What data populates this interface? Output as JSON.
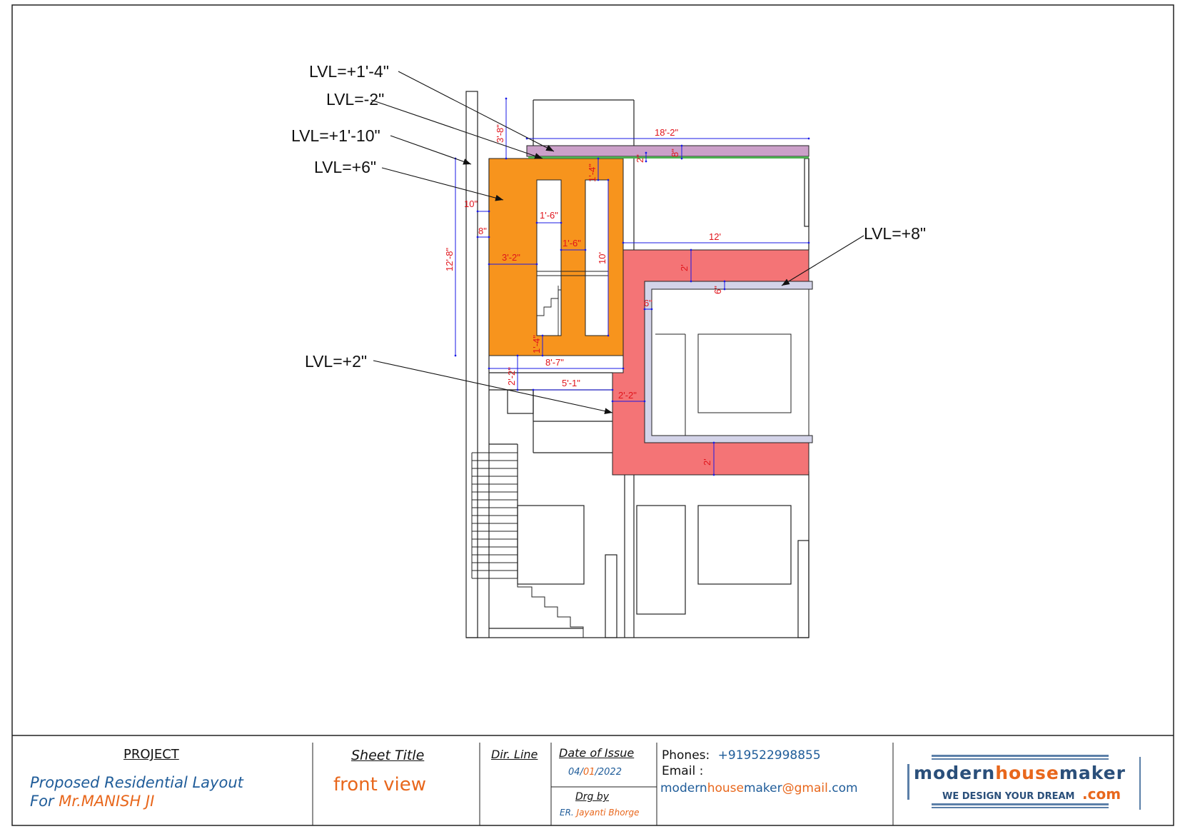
{
  "drawing": {
    "levels": {
      "lvl1": "LVL=+1'-4\"",
      "lvl2": "LVL=-2\"",
      "lvl3": "LVL=+1'-10\"",
      "lvl4": "LVL=+6\"",
      "lvl5": "LVL=+8\"",
      "lvl6": "LVL=+2\""
    },
    "dims": {
      "d_3_8": "3'-8\"",
      "d_18_2": "18'-2\"",
      "d_2a": "2\"",
      "d_8a": "8\"",
      "d_1_4a": "1'-4\"",
      "d_10in": "10\"",
      "d_1_6a": "1'-6\"",
      "d_8b": "8\"",
      "d_1_6b": "1'-6\"",
      "d_3_2": "3'-2\"",
      "d_10ft": "10'",
      "d_12_8": "12'-8\"",
      "d_12": "12'",
      "d_2ft_a": "2'",
      "d_6a": "6\"",
      "d_6b": "6\"",
      "d_1_4b": "1'-4\"",
      "d_8_7": "8'-7\"",
      "d_2_2a": "2'-2\"",
      "d_5_1": "5'-1\"",
      "d_2_2b": "2'-2\"",
      "d_2ft_b": "2'"
    },
    "colors": {
      "orange": "#F7941D",
      "salmon": "#F47476",
      "lilac": "#CBA0C9",
      "slab": "#D3D3E8",
      "green": "#4CAF50",
      "dim": "#1A1AE6",
      "dimtext": "#E0141B"
    }
  },
  "title_block": {
    "project_label": "PROJECT",
    "project_line1": "Proposed Residential Layout",
    "project_line2_prefix": "For ",
    "project_line2_name": "Mr.MANISH JI",
    "sheet_title_label": "Sheet Title",
    "sheet_title": "front view",
    "dir_line_label": "Dir. Line",
    "date_label": "Date of Issue",
    "date_day": "04",
    "date_month": "01",
    "date_year": "2022",
    "date_sep": "/",
    "drg_label": "Drg by",
    "drg_prefix": "ER. ",
    "drg_name": "Jayanti Bhorge",
    "phones_label": "Phones:",
    "phones_value": "+919522998855",
    "email_label": "Email :",
    "email_a": "modern",
    "email_b": "house",
    "email_c": "maker",
    "email_d": "@gmail",
    "email_e": ".com",
    "logo_a": "modern",
    "logo_b": "house",
    "logo_c": "maker",
    "logo_tagline": "WE DESIGN YOUR DREAM",
    "logo_dotcom": ".com"
  }
}
